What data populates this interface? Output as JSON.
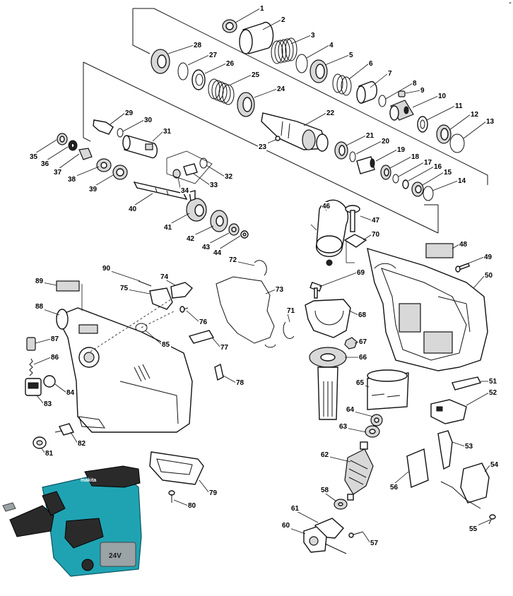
{
  "parts": [
    {
      "id": "p1",
      "label": "1"
    },
    {
      "id": "p2",
      "label": "2"
    },
    {
      "id": "p3",
      "label": "3"
    },
    {
      "id": "p4",
      "label": "4"
    },
    {
      "id": "p5",
      "label": "5"
    },
    {
      "id": "p6",
      "label": "6"
    },
    {
      "id": "p7",
      "label": "7"
    },
    {
      "id": "p8",
      "label": "8"
    },
    {
      "id": "p9",
      "label": "9"
    },
    {
      "id": "p10",
      "label": "10"
    },
    {
      "id": "p11",
      "label": "11"
    },
    {
      "id": "p12",
      "label": "12"
    },
    {
      "id": "p13",
      "label": "13"
    },
    {
      "id": "p14",
      "label": "14"
    },
    {
      "id": "p15",
      "label": "15"
    },
    {
      "id": "p16",
      "label": "16"
    },
    {
      "id": "p17",
      "label": "17"
    },
    {
      "id": "p18",
      "label": "18"
    },
    {
      "id": "p19",
      "label": "19"
    },
    {
      "id": "p20",
      "label": "20"
    },
    {
      "id": "p21",
      "label": "21"
    },
    {
      "id": "p22",
      "label": "22"
    },
    {
      "id": "p23",
      "label": "23"
    },
    {
      "id": "p24",
      "label": "24"
    },
    {
      "id": "p25",
      "label": "25"
    },
    {
      "id": "p26",
      "label": "26"
    },
    {
      "id": "p27",
      "label": "27"
    },
    {
      "id": "p28",
      "label": "28"
    },
    {
      "id": "p29",
      "label": "29"
    },
    {
      "id": "p30",
      "label": "30"
    },
    {
      "id": "p31",
      "label": "31"
    },
    {
      "id": "p32",
      "label": "32"
    },
    {
      "id": "p33",
      "label": "33"
    },
    {
      "id": "p34",
      "label": "34"
    },
    {
      "id": "p35",
      "label": "35"
    },
    {
      "id": "p36",
      "label": "36"
    },
    {
      "id": "p37",
      "label": "37"
    },
    {
      "id": "p38",
      "label": "38"
    },
    {
      "id": "p39",
      "label": "39"
    },
    {
      "id": "p40",
      "label": "40"
    },
    {
      "id": "p41",
      "label": "41"
    },
    {
      "id": "p42",
      "label": "42"
    },
    {
      "id": "p43",
      "label": "43"
    },
    {
      "id": "p44",
      "label": "44"
    },
    {
      "id": "p46",
      "label": "46"
    },
    {
      "id": "p47",
      "label": "47"
    },
    {
      "id": "p48",
      "label": "48"
    },
    {
      "id": "p49",
      "label": "49"
    },
    {
      "id": "p50",
      "label": "50"
    },
    {
      "id": "p51",
      "label": "51"
    },
    {
      "id": "p52",
      "label": "52"
    },
    {
      "id": "p53",
      "label": "53"
    },
    {
      "id": "p54",
      "label": "54"
    },
    {
      "id": "p55",
      "label": "55"
    },
    {
      "id": "p56",
      "label": "56"
    },
    {
      "id": "p57",
      "label": "57"
    },
    {
      "id": "p58",
      "label": "58"
    },
    {
      "id": "p60",
      "label": "60"
    },
    {
      "id": "p61",
      "label": "61"
    },
    {
      "id": "p62",
      "label": "62"
    },
    {
      "id": "p63",
      "label": "63"
    },
    {
      "id": "p64",
      "label": "64"
    },
    {
      "id": "p65",
      "label": "65"
    },
    {
      "id": "p66",
      "label": "66"
    },
    {
      "id": "p67",
      "label": "67"
    },
    {
      "id": "p68",
      "label": "68"
    },
    {
      "id": "p69",
      "label": "69"
    },
    {
      "id": "p70",
      "label": "70"
    },
    {
      "id": "p71",
      "label": "71"
    },
    {
      "id": "p72",
      "label": "72"
    },
    {
      "id": "p73",
      "label": "73"
    },
    {
      "id": "p74",
      "label": "74"
    },
    {
      "id": "p75",
      "label": "75"
    },
    {
      "id": "p76",
      "label": "76"
    },
    {
      "id": "p77",
      "label": "77"
    },
    {
      "id": "p78",
      "label": "78"
    },
    {
      "id": "p79",
      "label": "79"
    },
    {
      "id": "p80",
      "label": "80"
    },
    {
      "id": "p81",
      "label": "81"
    },
    {
      "id": "p82",
      "label": "82"
    },
    {
      "id": "p83",
      "label": "83"
    },
    {
      "id": "p84",
      "label": "84"
    },
    {
      "id": "p85",
      "label": "85"
    },
    {
      "id": "p86",
      "label": "86"
    },
    {
      "id": "p87",
      "label": "87"
    },
    {
      "id": "p88",
      "label": "88"
    },
    {
      "id": "p89",
      "label": "89"
    },
    {
      "id": "p90",
      "label": "90"
    }
  ],
  "photo": {
    "brand": "makita",
    "voltage_badge": "24V"
  },
  "corner_mark": "-",
  "colors": {
    "line": "#111111",
    "tool_body": "#1fa3b2",
    "tool_grip": "#2a2a2a"
  }
}
